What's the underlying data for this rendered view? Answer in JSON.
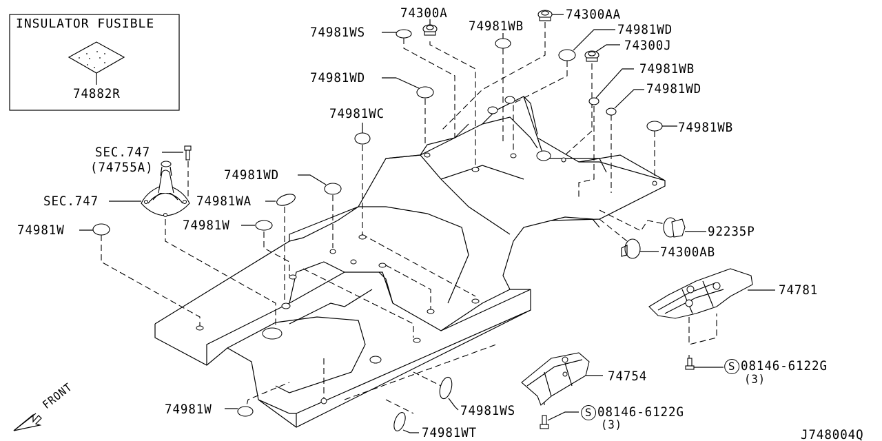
{
  "diagram": {
    "drawing_id": "J748004Q",
    "front_indicator": "FRONT",
    "inset": {
      "title": "INSULATOR FUSIBLE",
      "part": "74882R"
    },
    "labels": {
      "p74300A": "74300A",
      "p74300AA": "74300AA",
      "p74981WS_top": "74981WS",
      "p74981WB_top": "74981WB",
      "p74981WD_top": "74981WD",
      "p74300J": "74300J",
      "p74981WD_left": "74981WD",
      "p74981WB_right1": "74981WB",
      "p74981WD_right": "74981WD",
      "p74981WC": "74981WC",
      "p74981WB_right2": "74981WB",
      "sec747_bolt": "SEC.747",
      "sec747_bolt_ref": "(74755A)",
      "sec747_boot": "SEC.747",
      "p74981WD_mid": "74981WD",
      "p74981WA": "74981WA",
      "p74981W_left": "74981W",
      "p74981W_mid": "74981W",
      "p92235P": "92235P",
      "p74300AB": "74300AB",
      "p74781": "74781",
      "bolt1_code": "08146-6122G",
      "bolt1_qty": "(3)",
      "p74754": "74754",
      "bolt2_code": "08146-6122G",
      "bolt2_qty": "(3)",
      "p74981W_bottom": "74981W",
      "p74981WS_bottom": "74981WS",
      "p74981WT": "74981WT",
      "s_mark": "S"
    }
  }
}
